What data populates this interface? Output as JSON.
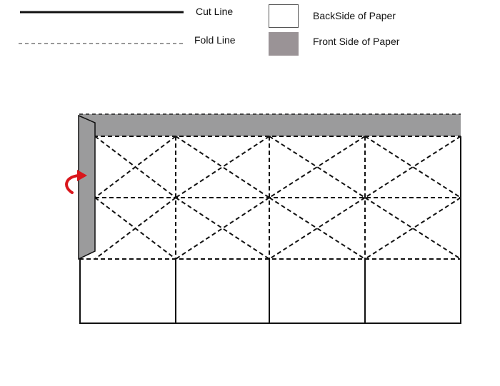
{
  "legend": {
    "cut_line_label": "Cut Line",
    "fold_line_label": "Fold Line",
    "back_side_label": "BackSide of Paper",
    "front_side_label": "Front Side of Paper"
  },
  "colors": {
    "line": "#111111",
    "back_side": "#ffffff",
    "front_side": "#9a9396",
    "front_strip": "#9b9b9c",
    "arrow": "#d9161c"
  },
  "diagram": {
    "top_strip": "front-side",
    "left_flap": "front-side",
    "fold_grid_columns": 4,
    "fold_grid_rows": 2,
    "bottom_panels": 4,
    "arrow_icon": "curved-arrow-icon"
  }
}
